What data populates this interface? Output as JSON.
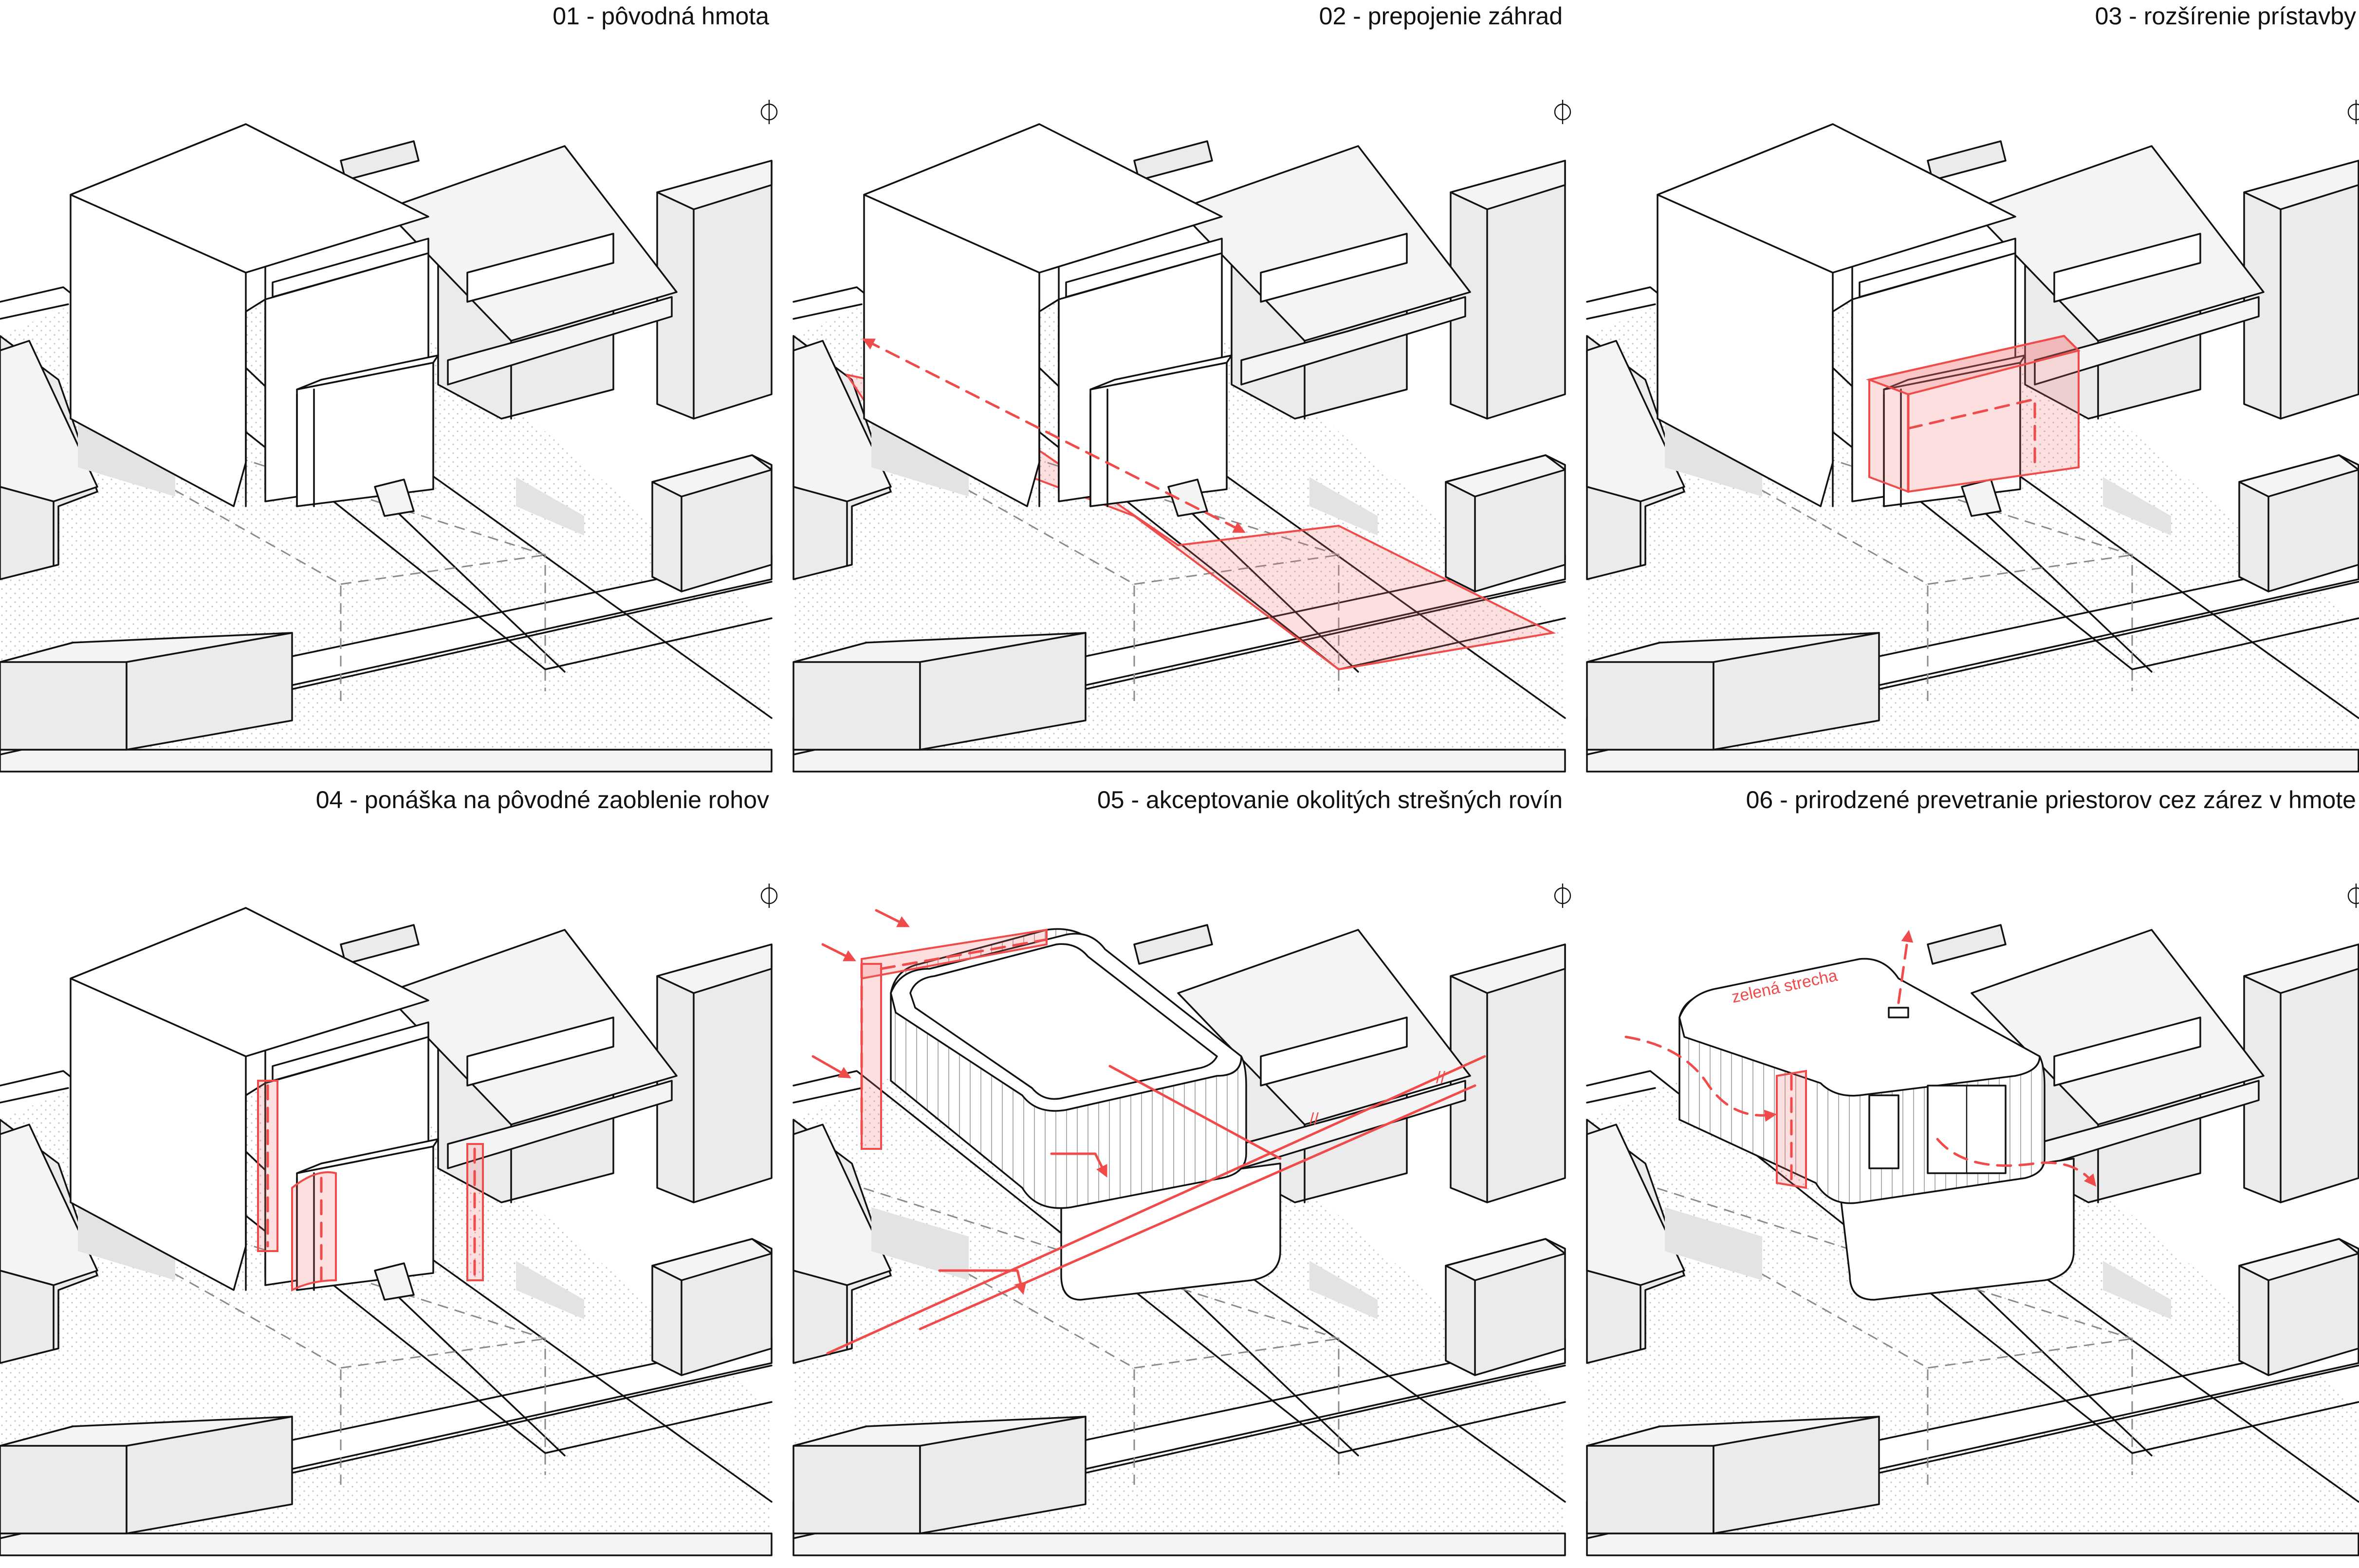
{
  "panels": [
    {
      "id": "01",
      "caption": "01 - pôvodná hmota"
    },
    {
      "id": "02",
      "caption": "02 - prepojenie záhrad"
    },
    {
      "id": "03",
      "caption": "03 - rozšírenie prístavby"
    },
    {
      "id": "04",
      "caption": "04 - ponáška na pôvodné zaoblenie rohov"
    },
    {
      "id": "05",
      "caption": "05 - akceptovanie okolitých strešných rovín"
    },
    {
      "id": "06",
      "caption": "06 - prirodzené prevetranie priestorov cez zárez v hmote"
    }
  ],
  "annotations": {
    "green_roof": "zelená strecha"
  },
  "colors": {
    "accent_red": "#ef4b4b",
    "red_tint": "#fbdada",
    "line": "#111111",
    "neighbour_fill": "#ebebeb",
    "ground_dots": "#bdbdbd"
  },
  "icons": [
    "north-arrow-icon"
  ]
}
